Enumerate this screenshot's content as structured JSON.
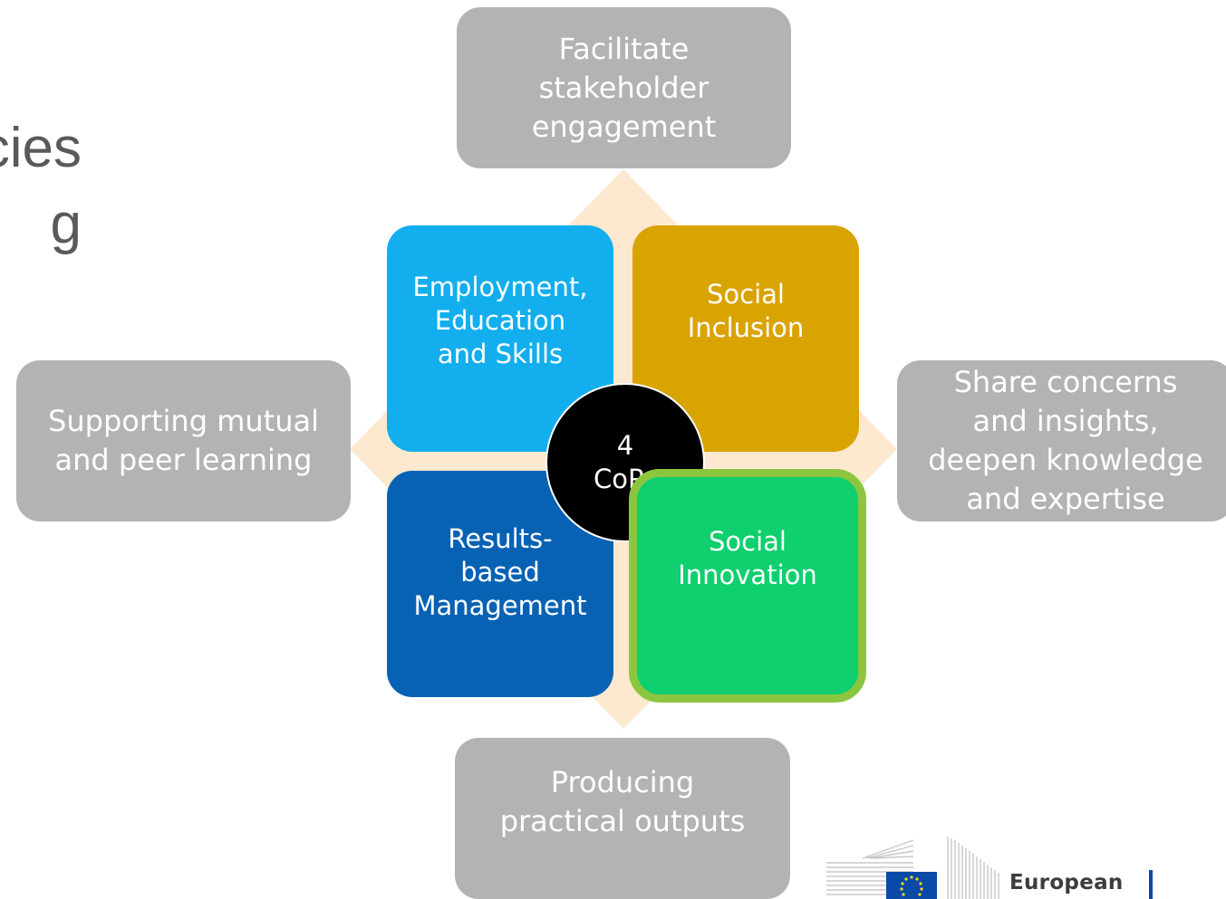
{
  "left_title": {
    "line1": "cies",
    "line2": "g"
  },
  "pillars": {
    "top": "Facilitate\nstakeholder\nengagement",
    "left": "Supporting mutual\nand peer learning",
    "right": "Share concerns\nand insights,\ndeepen knowledge\nand expertise",
    "bottom": "Producing\npractical outputs"
  },
  "cops": {
    "employment": "Employment,\nEducation\nand Skills",
    "inclusion": "Social\nInclusion",
    "results": "Results-\nbased\nManagement",
    "innovation": "Social\nInnovation"
  },
  "center": {
    "line1": "4",
    "line2": "CoPs"
  },
  "logo": {
    "text": "European"
  },
  "colors": {
    "gray_box": "#b3b3b3",
    "employment": "#12aeee",
    "inclusion": "#d9a300",
    "results": "#0862b4",
    "innovation": "#0fcf6e",
    "innovation_border": "#8cc63f",
    "diamond": "#fde9cf",
    "eu_blue": "#0a4aa6",
    "eu_star": "#ffd617"
  }
}
